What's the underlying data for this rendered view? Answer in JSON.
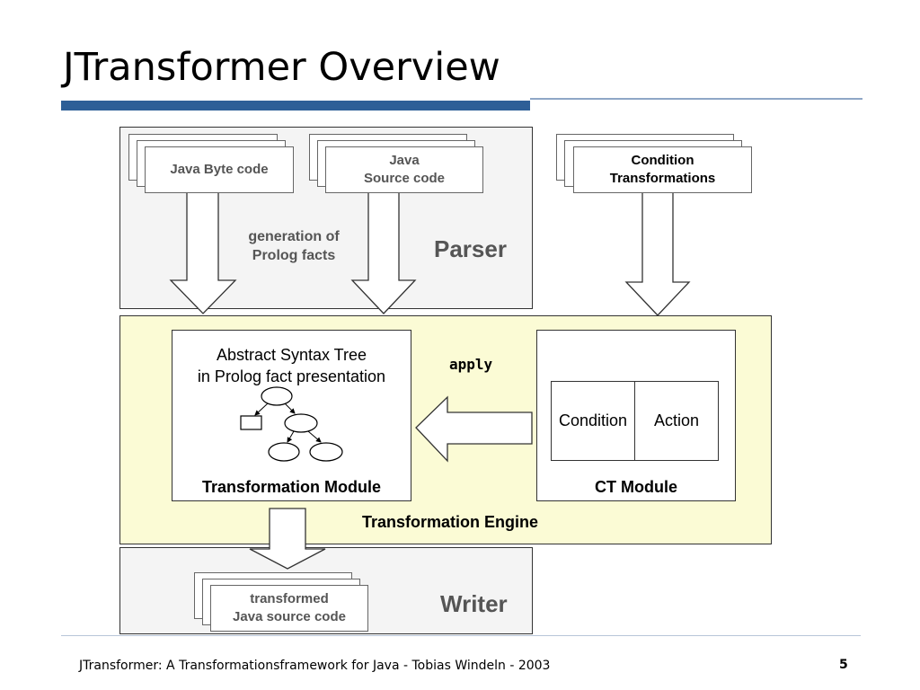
{
  "slide": {
    "title": "JTransformer Overview",
    "footer": "JTransformer: A Transformationsframework for Java - Tobias Windeln - 2003",
    "page_number": "5"
  },
  "parser": {
    "label": "Parser",
    "bytecode_card": "Java Byte code",
    "source_card": "Java\nSource code",
    "generation_label": "generation of\nProlog facts"
  },
  "condition_transformations_card": "Condition\nTransformations",
  "engine": {
    "label": "Transformation Engine",
    "apply_label": "apply",
    "transformation_module": {
      "ast_text": "Abstract Syntax Tree\nin Prolog fact presentation",
      "label": "Transformation Module"
    },
    "ct_module": {
      "condition": "Condition",
      "action": "Action",
      "label": "CT Module"
    }
  },
  "writer": {
    "label": "Writer",
    "output_card": "transformed\nJava source code"
  }
}
